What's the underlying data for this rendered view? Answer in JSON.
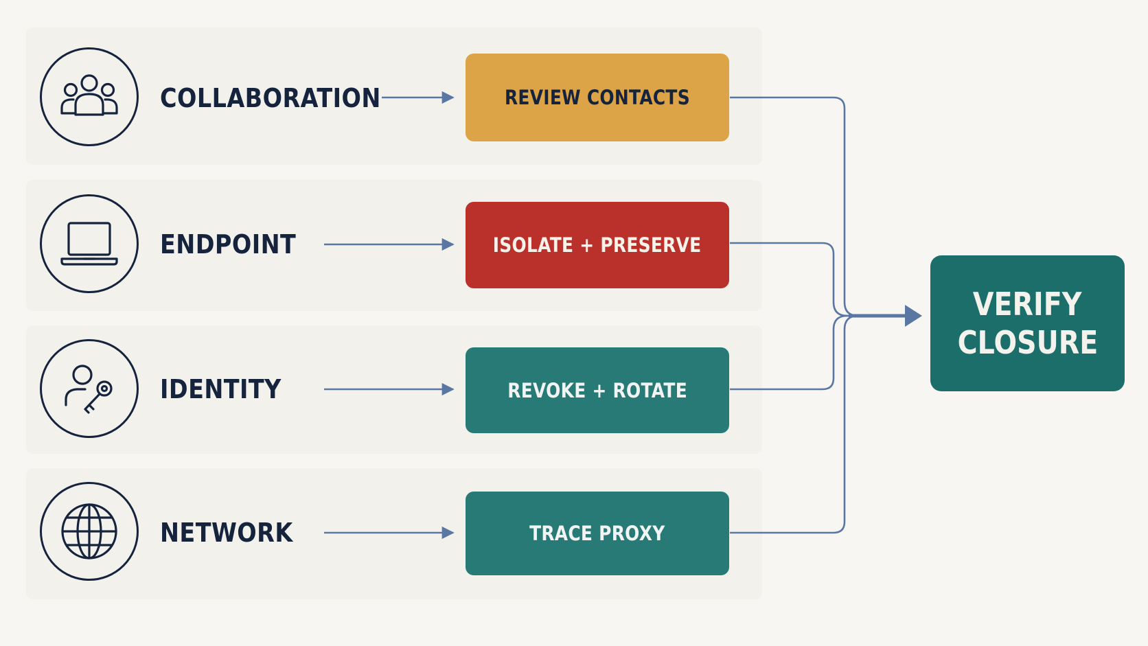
{
  "rows": [
    {
      "category": "COLLABORATION",
      "icon": "users-icon",
      "action": "REVIEW CONTACTS",
      "action_color": "#dca447",
      "action_text_color": "#15233d"
    },
    {
      "category": "ENDPOINT",
      "icon": "laptop-icon",
      "action": "ISOLATE + PRESERVE",
      "action_color": "#b9312a",
      "action_text_color": "#f7f2ea"
    },
    {
      "category": "IDENTITY",
      "icon": "user-key-icon",
      "action": "REVOKE + ROTATE",
      "action_color": "#277a75",
      "action_text_color": "#f1f4f2"
    },
    {
      "category": "NETWORK",
      "icon": "globe-icon",
      "action": "TRACE PROXY",
      "action_color": "#277a75",
      "action_text_color": "#f1f4f2"
    }
  ],
  "final": {
    "line1": "VERIFY",
    "line2": "CLOSURE",
    "color": "#1c6e6a"
  },
  "colors": {
    "ink": "#15233d",
    "connector": "#5a76a3"
  }
}
